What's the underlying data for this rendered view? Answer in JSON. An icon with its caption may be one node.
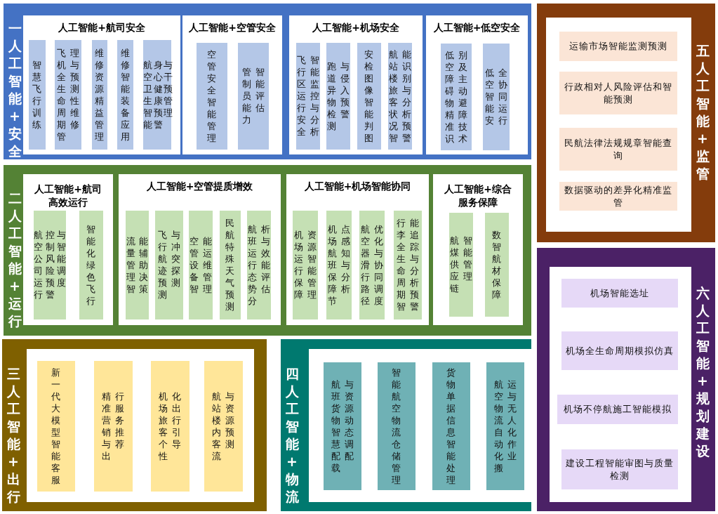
{
  "diagram": {
    "nodes": [
      {
        "text": [
          "一人工智能+安全"
        ]
      },
      {
        "text": [
          "人工智能+航司安全"
        ],
        "in": 0
      },
      {
        "text": [
          "智慧飞行训练"
        ],
        "in": 1
      },
      {
        "text": [
          "飞机全生命周期管理与预测性维修"
        ],
        "in": 1
      },
      {
        "text": [
          "维修资源精益管理"
        ],
        "in": 1
      },
      {
        "text": [
          "维修智能装备应用"
        ],
        "in": 1
      },
      {
        "text": [
          "航空卫生智能身心健康预警与干预管理"
        ],
        "in": 1
      },
      {
        "text": [
          "人工智能+空管安全"
        ],
        "in": 0
      },
      {
        "text": [
          "空管安全智能管理"
        ],
        "in": 7
      },
      {
        "text": [
          "管制员能力智能评估"
        ],
        "in": 7
      },
      {
        "text": [
          "人工智能+机场安全"
        ],
        "in": 0
      },
      {
        "text": [
          "飞行区运行安全智能监控与分析"
        ],
        "in": 10
      },
      {
        "text": [
          "跑道异物检测与侵入预警"
        ],
        "in": 10
      },
      {
        "text": [
          "安检图像智能判图"
        ],
        "in": 10
      },
      {
        "text": [
          "航站楼旅客状况智能识别与分析预警"
        ],
        "in": 10
      },
      {
        "text": [
          "人工智能+低空安全"
        ],
        "in": 0
      },
      {
        "text": [
          "低空障碍物精准识别及主动避障技术"
        ],
        "in": 15
      },
      {
        "text": [
          "低空智能安全协同运行"
        ],
        "in": 15
      },
      {
        "text": [
          "二人工智能+运行"
        ]
      },
      {
        "text": [
          "人工智能+航司高效运行"
        ],
        "in": 18
      },
      {
        "text": [
          "航空公司运行控制风险预警与智能调度"
        ],
        "in": 19
      },
      {
        "text": [
          "智能化绿色飞行"
        ],
        "in": 19
      },
      {
        "text": [
          "人工智能+空管提质增效"
        ],
        "in": 18
      },
      {
        "text": [
          "流量管理智能辅助决策"
        ],
        "in": 22
      },
      {
        "text": [
          "飞行航迹预测与冲突探测"
        ],
        "in": 22
      },
      {
        "text": [
          "空管设备智能运维管理"
        ],
        "in": 22
      },
      {
        "text": [
          "民航特殊天气预测"
        ],
        "in": 22
      },
      {
        "text": [
          "航班运行态势分析与效能评估"
        ],
        "in": 22
      },
      {
        "text": [
          "人工智能+机场智能协同"
        ],
        "in": 18
      },
      {
        "text": [
          "机场运行保障资源智能管理"
        ],
        "in": 28
      },
      {
        "text": [
          "机场航班保障节点感知与分析"
        ],
        "in": 28
      },
      {
        "text": [
          "航空器滑行路径优化与协同调度"
        ],
        "in": 28
      },
      {
        "text": [
          "行李全生命周期智能追踪与分析预警"
        ],
        "in": 28
      },
      {
        "text": [
          "人工智能+综合服务保障"
        ],
        "in": 18
      },
      {
        "text": [
          "航煤供应链智能管理"
        ],
        "in": 33
      },
      {
        "text": [
          "数智航材保障"
        ],
        "in": 33
      },
      {
        "text": [
          "三人工智能+出行"
        ]
      },
      {
        "text": [
          "新一代大模型智能客服"
        ],
        "in": 36
      },
      {
        "text": [
          "精准营销与出行服务推荐"
        ],
        "in": 36
      },
      {
        "text": [
          "机场旅客个性化出行引导"
        ],
        "in": 36
      },
      {
        "text": [
          "航站楼内客流与资源预测"
        ],
        "in": 36
      },
      {
        "text": [
          "四人工智能+物流"
        ]
      },
      {
        "text": [
          "航班货物智慧配载与资源动态调配"
        ],
        "in": 41
      },
      {
        "text": [
          "智能航空物流仓储管理"
        ],
        "in": 41
      },
      {
        "text": [
          "货物单据信息智能处理"
        ],
        "in": 41
      },
      {
        "text": [
          "航空物流自动化搬运与无人化作业"
        ],
        "in": 41
      },
      {
        "text": [
          "五人工智能+监管"
        ]
      },
      {
        "text": [
          "运输市场智能监测预测"
        ],
        "in": 46
      },
      {
        "text": [
          "行政相对人风险评估和智能预测"
        ],
        "in": 46
      },
      {
        "text": [
          "民航法律法规规章智能查询"
        ],
        "in": 46
      },
      {
        "text": [
          "数据驱动的差异化精准监管"
        ],
        "in": 46
      },
      {
        "text": [
          "六人工智能+规划建设"
        ]
      },
      {
        "text": [
          "机场智能选址"
        ],
        "in": 51
      },
      {
        "text": [
          "机场全生命周期模拟仿真"
        ],
        "in": 51
      },
      {
        "text": [
          "机场不停航施工智能模拟"
        ],
        "in": 51
      },
      {
        "text": [
          "建设工程智能审图与质量检测"
        ],
        "in": 51
      }
    ]
  }
}
